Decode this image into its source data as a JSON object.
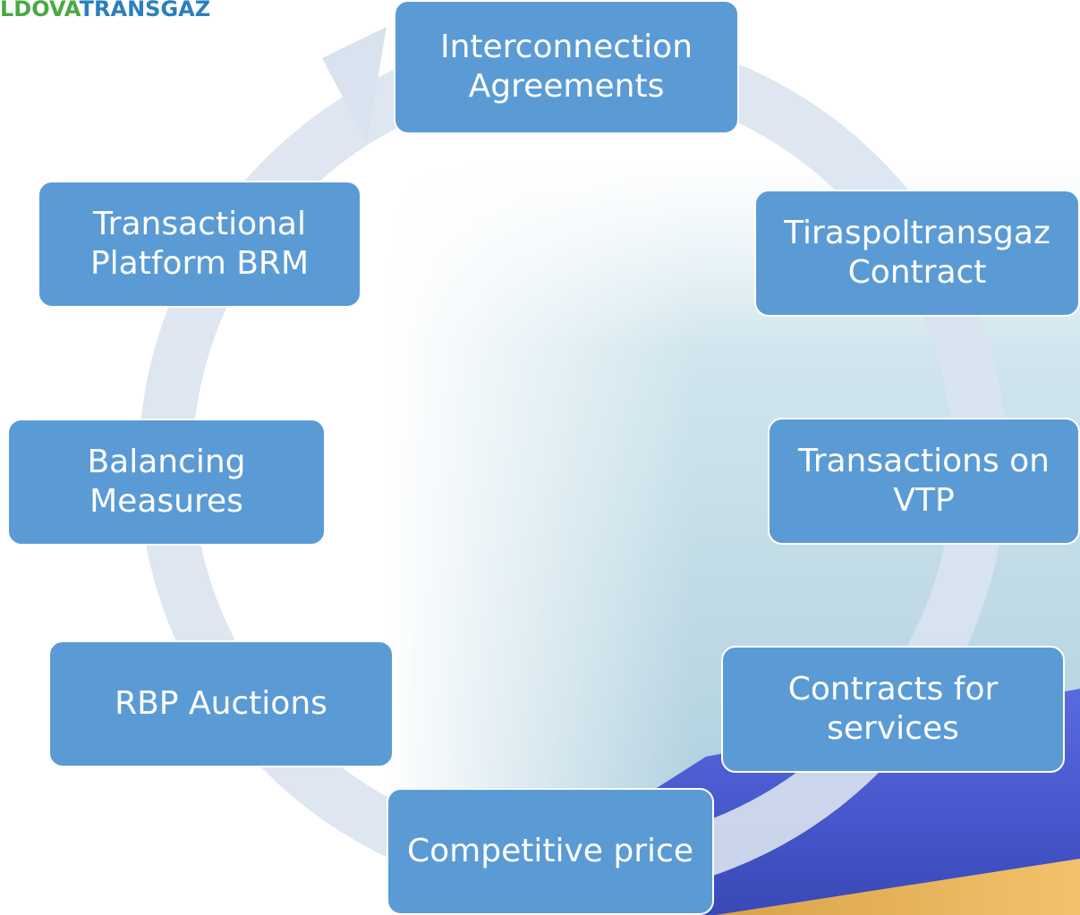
{
  "logo": {
    "part1": "LDOVA",
    "part2": "TRANSGAZ"
  },
  "nodes": [
    {
      "id": "interconnection",
      "label": "Interconnection Agreements"
    },
    {
      "id": "tiraspoltransgaz",
      "label": "Tiraspoltransgaz Contract"
    },
    {
      "id": "vtp",
      "label": "Transactions on VTP"
    },
    {
      "id": "contracts",
      "label": "Contracts for services"
    },
    {
      "id": "competitive",
      "label": "Competitive price"
    },
    {
      "id": "rbp",
      "label": "RBP Auctions"
    },
    {
      "id": "balancing",
      "label": "Balancing Measures"
    },
    {
      "id": "brm",
      "label": "Transactional Platform BRM"
    }
  ],
  "colors": {
    "node_fill": "#5b9bd5",
    "ring": "#d9e3ef",
    "node_text": "#ffffff"
  }
}
